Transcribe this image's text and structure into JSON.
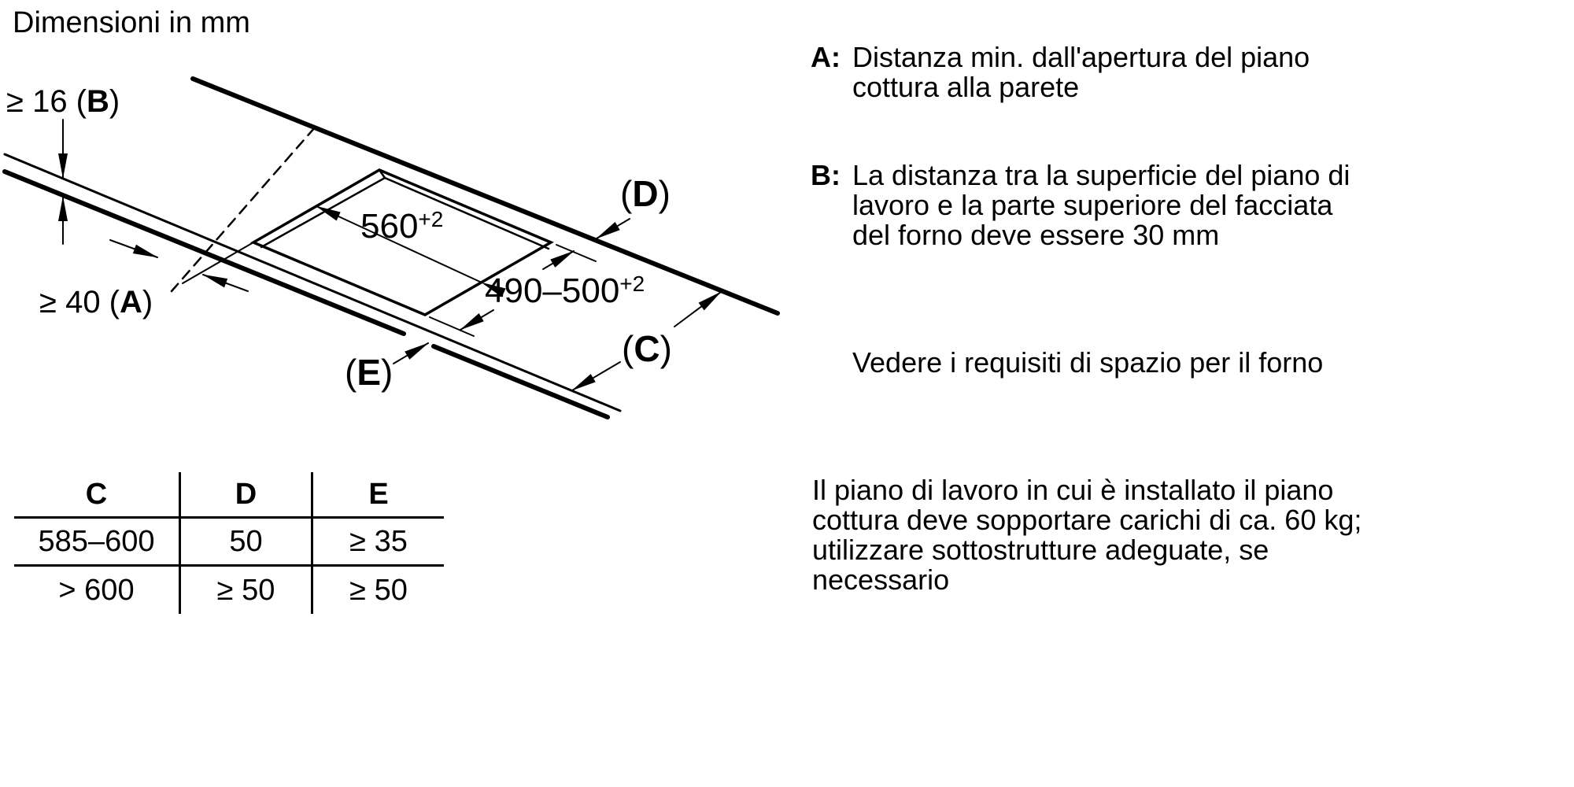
{
  "colors": {
    "ink": "#000000",
    "background": "#ffffff"
  },
  "diagram": {
    "title": "Dimensioni in mm",
    "dims": {
      "width": {
        "value": "560",
        "tol": "+2"
      },
      "depth": {
        "value": "490–500",
        "tol": "+2"
      }
    },
    "labels": {
      "b": {
        "prefix": "≥ 16 (",
        "letter": "B",
        "suffix": ")"
      },
      "a": {
        "prefix": "≥ 40 (",
        "letter": "A",
        "suffix": ")"
      },
      "d": {
        "prefix": "(",
        "letter": "D",
        "suffix": ")"
      },
      "c": {
        "prefix": "(",
        "letter": "C",
        "suffix": ")"
      },
      "e": {
        "prefix": "(",
        "letter": "E",
        "suffix": ")"
      }
    }
  },
  "table": {
    "headers": [
      "C",
      "D",
      "E"
    ],
    "rows": [
      [
        "585–600",
        "50",
        "≥ 35"
      ],
      [
        "> 600",
        "≥ 50",
        "≥ 50"
      ]
    ]
  },
  "notes": {
    "a": {
      "label": "A:",
      "lines": [
        "Distanza min. dall'apertura del piano",
        "cottura alla parete"
      ]
    },
    "b": {
      "label": "B:",
      "lines": [
        "La distanza tra la superficie del piano di",
        "lavoro e la parte superiore del facciata",
        "del forno deve essere 30 mm"
      ]
    },
    "see_oven": "Vedere i requisiti di spazio per il forno",
    "load": {
      "lines": [
        "Il piano di lavoro in cui è installato il piano",
        "cottura deve sopportare carichi di ca. 60 kg;",
        "utilizzare sottostrutture adeguate, se",
        "necessario"
      ]
    }
  }
}
